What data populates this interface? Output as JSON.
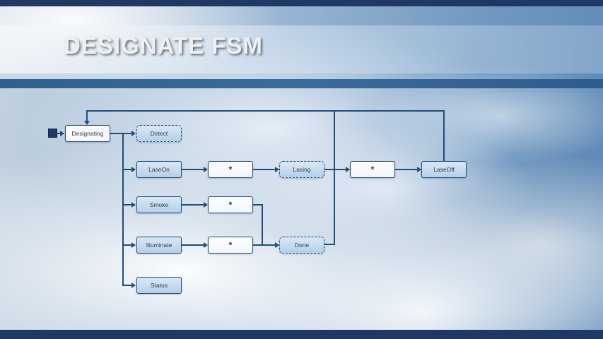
{
  "slide": {
    "title": "DESIGNATE FSM"
  },
  "diagram": {
    "nodes": {
      "init": {
        "label": "",
        "type": "initial-state"
      },
      "designating": {
        "label": "Designating"
      },
      "detect": {
        "label": "Detect"
      },
      "laseon": {
        "label": "LaseOn"
      },
      "smoke": {
        "label": "Smoke"
      },
      "illuminate": {
        "label": "Illuminate"
      },
      "status": {
        "label": "Status"
      },
      "star1": {
        "label": "*"
      },
      "lasing": {
        "label": "Lasing"
      },
      "star2": {
        "label": "*"
      },
      "laseoff": {
        "label": "LaseOff"
      },
      "star3": {
        "label": "*"
      },
      "star4": {
        "label": "*"
      },
      "done": {
        "label": "Done"
      }
    },
    "colors": {
      "line": "#1F4E79",
      "state_fill": "#BDD7EE",
      "state_border": "#1F4E79",
      "plain_fill": "#FFFFFF",
      "initial_fill": "#1F3864",
      "accent_bar": "#1F3864",
      "divider": "#31618F",
      "title_text": "#F0F0F0"
    }
  }
}
